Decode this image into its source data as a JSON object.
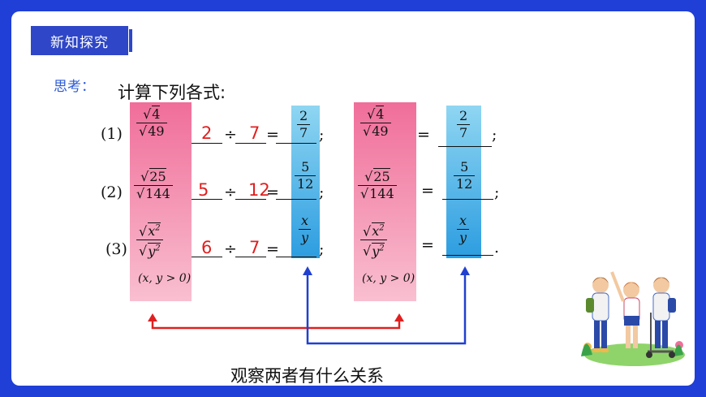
{
  "header": {
    "section_tag": "新知探究"
  },
  "prompt": {
    "label": "思考：",
    "text": "计算下列各式:"
  },
  "left": {
    "items": [
      {
        "number": "(1)",
        "num": "4",
        "den": "49",
        "a": "2",
        "b": "7",
        "res_num": "2",
        "res_den": "7",
        "end": ";"
      },
      {
        "number": "(2)",
        "num": "25",
        "den": "144",
        "a": "5",
        "b": "12",
        "res_num": "5",
        "res_den": "12",
        "end": ";"
      },
      {
        "number": "(3)",
        "num": "x",
        "den": "y",
        "a": "6",
        "b": "7",
        "res_num": "x",
        "res_den": "y",
        "end": ";"
      }
    ],
    "condition": "(x, y > 0)",
    "divide": "÷",
    "equals": "="
  },
  "right": {
    "items": [
      {
        "num": "4",
        "den": "49",
        "res_num": "2",
        "res_den": "7",
        "end": ";"
      },
      {
        "num": "25",
        "den": "144",
        "res_num": "5",
        "res_den": "12",
        "end": ";"
      },
      {
        "num": "x",
        "den": "y",
        "res_num": "x",
        "res_den": "y",
        "end": "."
      }
    ],
    "condition": "(x, y > 0)",
    "equals": "="
  },
  "conclusion": "观察两者有什么关系",
  "colors": {
    "frame": "#1f3fd6",
    "red_arrow": "#e02020",
    "blue_arrow": "#2040d0",
    "pink": "#f06e9a",
    "blue": "#2c9de0"
  }
}
